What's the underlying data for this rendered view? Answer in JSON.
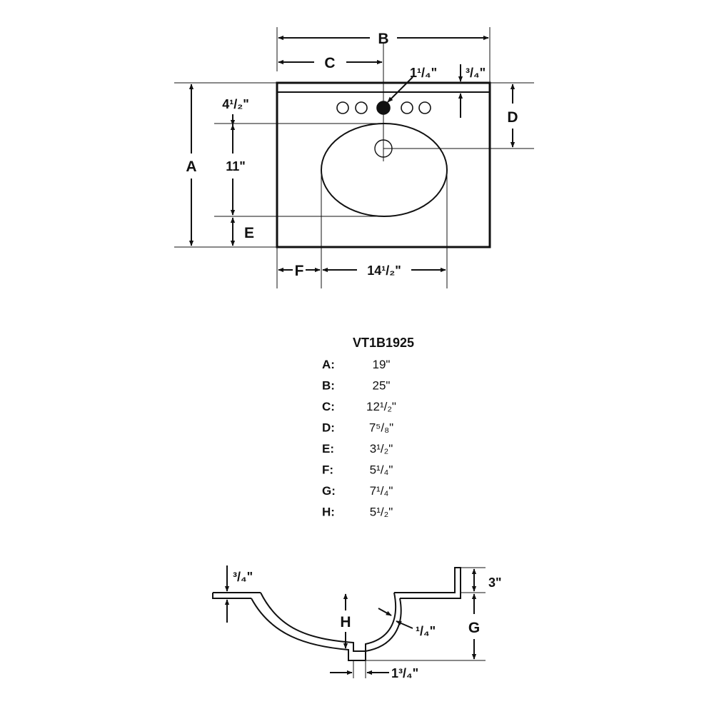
{
  "plan_view": {
    "labels": {
      "A": "A",
      "B": "B",
      "C": "C",
      "D": "D",
      "E": "E",
      "F": "F",
      "drain_hole": "1¹/₄\"",
      "backsplash": "³/₄\"",
      "top_to_bowl": "4¹/₂\"",
      "bowl_depth": "11\"",
      "bowl_width": "14¹/₂\""
    }
  },
  "spec_table": {
    "model": "VT1B1925",
    "rows": [
      {
        "key": "A:",
        "value": "19\""
      },
      {
        "key": "B:",
        "value": "25\""
      },
      {
        "key": "C:",
        "value": "12¹/₂\""
      },
      {
        "key": "D:",
        "value": "7⁵/₈\""
      },
      {
        "key": "E:",
        "value": "3¹/₂\""
      },
      {
        "key": "F:",
        "value": "5¹/₄\""
      },
      {
        "key": "G:",
        "value": "7¹/₄\""
      },
      {
        "key": "H:",
        "value": "5¹/₂\""
      }
    ]
  },
  "section_view": {
    "labels": {
      "top_thickness": "³/₄\"",
      "backsplash_height": "3\"",
      "H": "H",
      "G": "G",
      "wall_thickness": "¹/₄\"",
      "drain_offset": "1³/₄\""
    }
  }
}
